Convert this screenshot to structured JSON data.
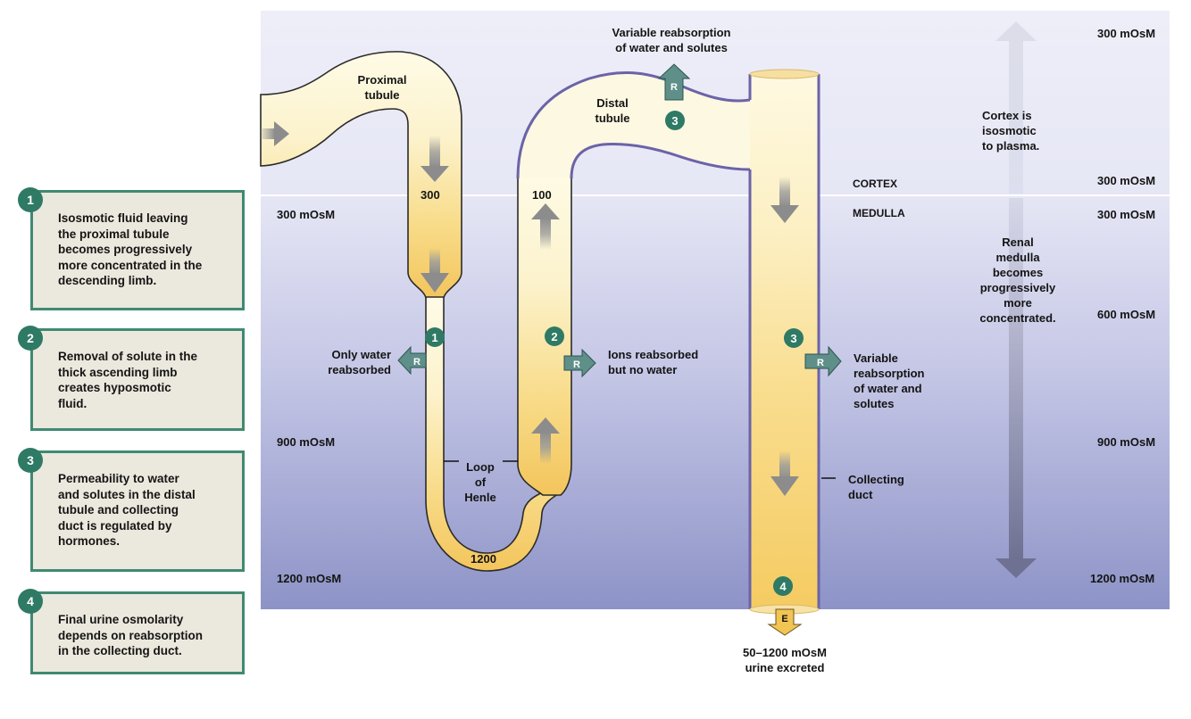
{
  "colors": {
    "badge_green": "#2f7a64",
    "box_border": "#3f8a72",
    "box_fill": "#ebe8dd",
    "tubule_light": "#fdf8df",
    "tubule_dark": "#f6cf6a",
    "duct_outline": "#6b63a8",
    "reabsorb_arrow": "#5e8f88",
    "cortex_bg": "#ececf8",
    "medulla_bg_bottom": "#8e94c8"
  },
  "steps": [
    {
      "num": "1",
      "text": "Isosmotic fluid leaving\nthe proximal tubule\nbecomes progressively\nmore concentrated in the\ndescending limb."
    },
    {
      "num": "2",
      "text": "Removal of solute in the\nthick ascending limb\ncreates hyposmotic\nfluid."
    },
    {
      "num": "3",
      "text": "Permeability to water\nand solutes in the distal\ntubule and collecting\nduct is regulated by\nhormones."
    },
    {
      "num": "4",
      "text": "Final urine osmolarity\ndepends on reabsorption\nin the collecting duct."
    }
  ],
  "zones": {
    "cortex": "CORTEX",
    "medulla": "MEDULLA",
    "cortex_note": "Cortex is\nisosmotic\nto plasma.",
    "medulla_note": "Renal\nmedulla\nbecomes\nprogressively\nmore\nconcentrated."
  },
  "osmolarity_scale_right": [
    "300 mOsM",
    "300 mOsM",
    "300 mOsM",
    "600 mOsM",
    "900 mOsM",
    "1200 mOsM"
  ],
  "osmolarity_scale_left": [
    "300 mOsM",
    "900 mOsM",
    "1200 mOsM"
  ],
  "structures": {
    "proximal": "Proximal\ntubule",
    "distal": "Distal\ntubule",
    "loop": "Loop\nof\nHenle",
    "collecting": "Collecting\nduct"
  },
  "tubule_values": {
    "descending_top": "300",
    "ascending_top": "100",
    "loop_bottom": "1200"
  },
  "annotations": {
    "distal_reabsorption": "Variable reabsorption\nof water and solutes",
    "descending_reabsorption": "Only water\nreabsorbed",
    "ascending_reabsorption": "Ions reabsorbed\nbut no water",
    "collecting_reabsorption": "Variable\nreabsorption\nof water and\nsolutes",
    "urine": "50–1200 mOsM\nurine excreted"
  },
  "arrow_labels": {
    "reabsorption": "R",
    "excretion": "E"
  },
  "badges": [
    "1",
    "2",
    "3",
    "3",
    "4"
  ]
}
